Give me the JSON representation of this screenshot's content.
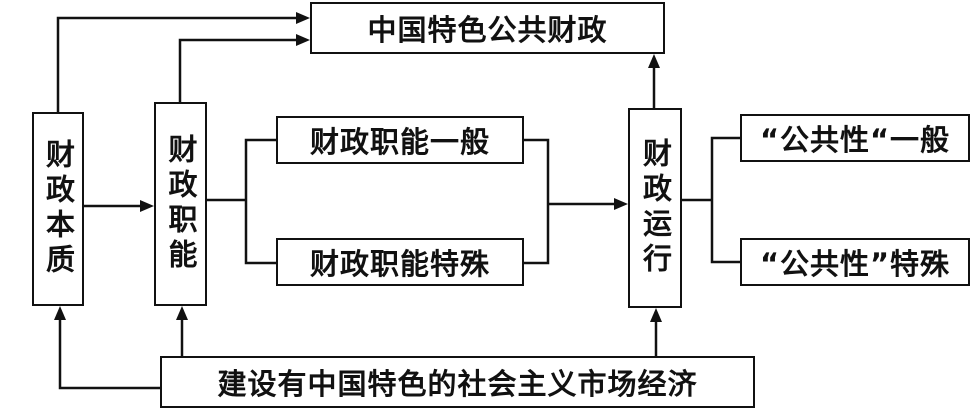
{
  "nodes": {
    "top": "中国特色公共财政",
    "essence": "财政本质",
    "function": "财政职能",
    "function_general": "财政职能一般",
    "function_special": "财政职能特殊",
    "operation": "财政运行",
    "public_general": "“公共性“一般",
    "public_special": "“公共性”特殊",
    "bottom": "建设有中国特色的社会主义市场经济"
  }
}
